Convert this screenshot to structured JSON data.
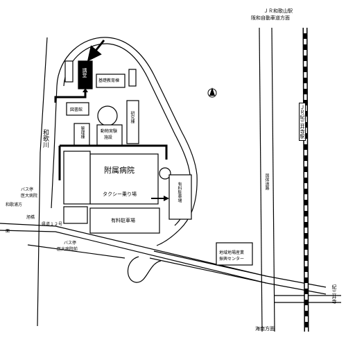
{
  "labels": {
    "jr_wakayama_1": "ＪＲ和歌山駅",
    "jr_wakayama_2": "阪和自動車道方面",
    "lecture_room": "講堂",
    "basic_education": "基礎教育棟",
    "library": "図書館",
    "research": "研究棟",
    "management": "管理棟",
    "animal_facility_1": "動物実験",
    "animal_facility_2": "施設",
    "hospital": "附属病院",
    "taxi": "タクシー乗り場",
    "parking_paid": "有料駐車場",
    "parking_paid_side": "有料駐車場",
    "bus_stop_1": "バス停",
    "bus_stop_1b": "医大病院",
    "bus_stop_2": "バス停",
    "bus_stop_2b": "医大病院前",
    "wakaura_1": "和歌浦方",
    "wakaura_2": "面",
    "road_short": "旭橋",
    "route_12": "県道１２号",
    "river": "和歌川",
    "national_road": "国体道路",
    "jr_kimiidera": "ＪＲ紀三井寺駅",
    "kimiidera": "紀三井寺",
    "regional_center_1": "地域地場産業",
    "regional_center_2": "振興センター",
    "kainan": "海南方面"
  }
}
